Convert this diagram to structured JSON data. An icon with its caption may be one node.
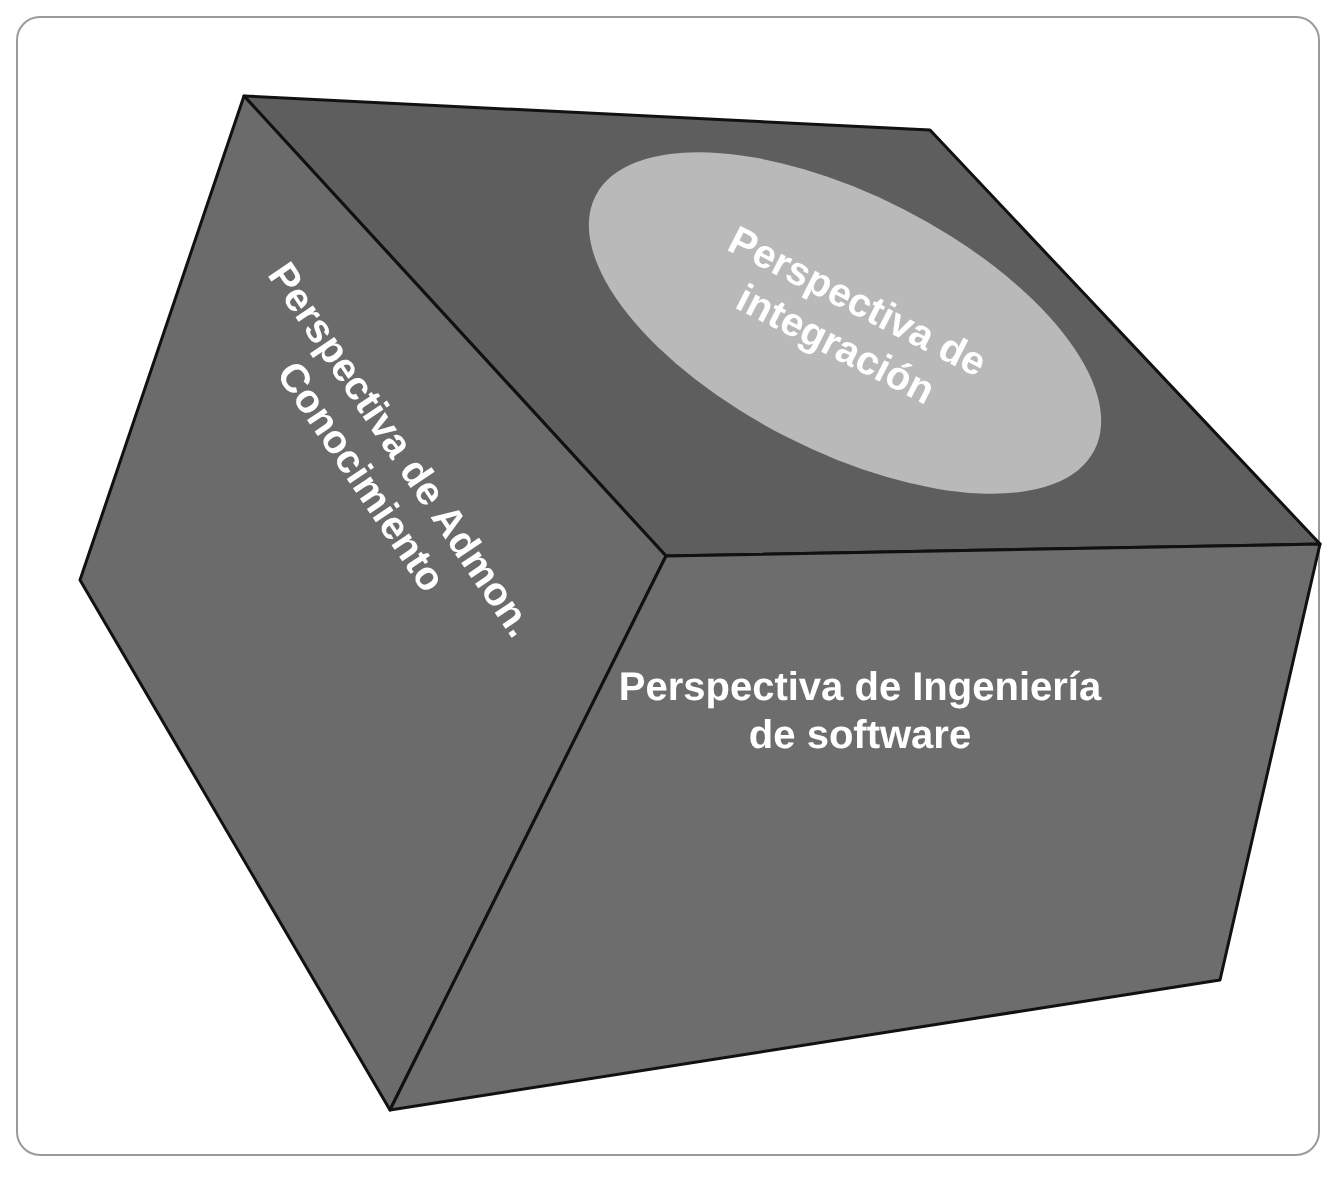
{
  "diagram": {
    "nodes": [
      {
        "text": [],
        "shape": "box"
      },
      {
        "text": [
          "Perspectiva de integración"
        ],
        "in": 0
      },
      {
        "text": [
          "Perspectiva de Admon. Conocimiento"
        ]
      },
      {
        "text": [
          "Perspectiva de Ingeniería de software"
        ]
      }
    ]
  }
}
